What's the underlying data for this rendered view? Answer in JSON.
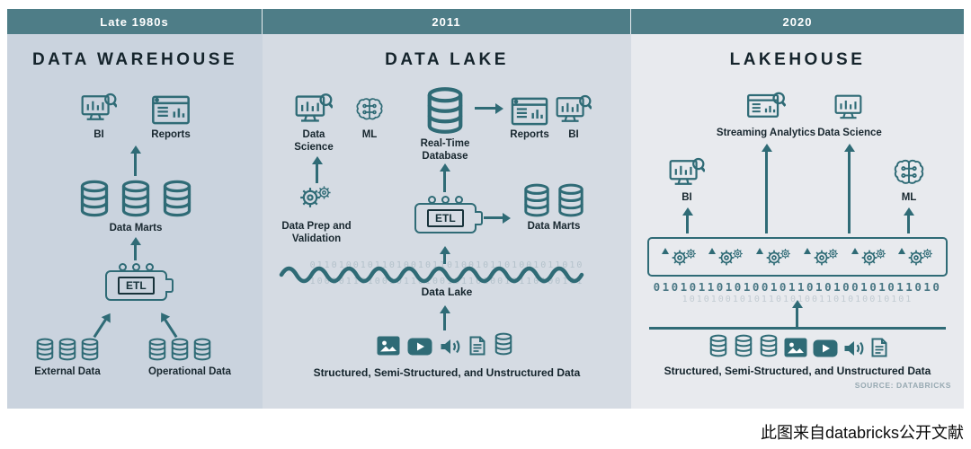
{
  "colors": {
    "header_teal": "#4e7d87",
    "icon_teal": "#2f6b76",
    "panel1_bg": "#cad3de",
    "panel2_bg": "#d5dbe3",
    "panel3_bg": "#e8eaee"
  },
  "panels": [
    {
      "era": "Late 1980s",
      "title": "DATA WAREHOUSE",
      "bi_label": "BI",
      "reports_label": "Reports",
      "data_marts_label": "Data Marts",
      "etl_label": "ETL",
      "external_label": "External Data",
      "operational_label": "Operational Data"
    },
    {
      "era": "2011",
      "title": "DATA LAKE",
      "data_science_label": "Data Science",
      "ml_label": "ML",
      "realtime_label": "Real-Time Database",
      "reports_label": "Reports",
      "bi_label": "BI",
      "prep_label": "Data Prep and Validation",
      "etl_label": "ETL",
      "data_marts_label": "Data Marts",
      "lake_label": "Data Lake",
      "binary_row1": "01101001011010010110100101101001011010",
      "binary_row2": "10010110100101101001011010010110100101",
      "bottom_label": "Structured, Semi-Structured, and Unstructured Data"
    },
    {
      "era": "2020",
      "title": "LAKEHOUSE",
      "streaming_label": "Streaming Analytics",
      "data_science_label": "Data Science",
      "bi_label": "BI",
      "ml_label": "ML",
      "binary_row": "01010110101001011010100101011010",
      "binary_row_faint": "10101001010110101001101010010101",
      "bottom_label": "Structured, Semi-Structured, and Unstructured Data",
      "source_label": "SOURCE: DATABRICKS"
    }
  ],
  "caption": "此图来自databricks公开文献"
}
